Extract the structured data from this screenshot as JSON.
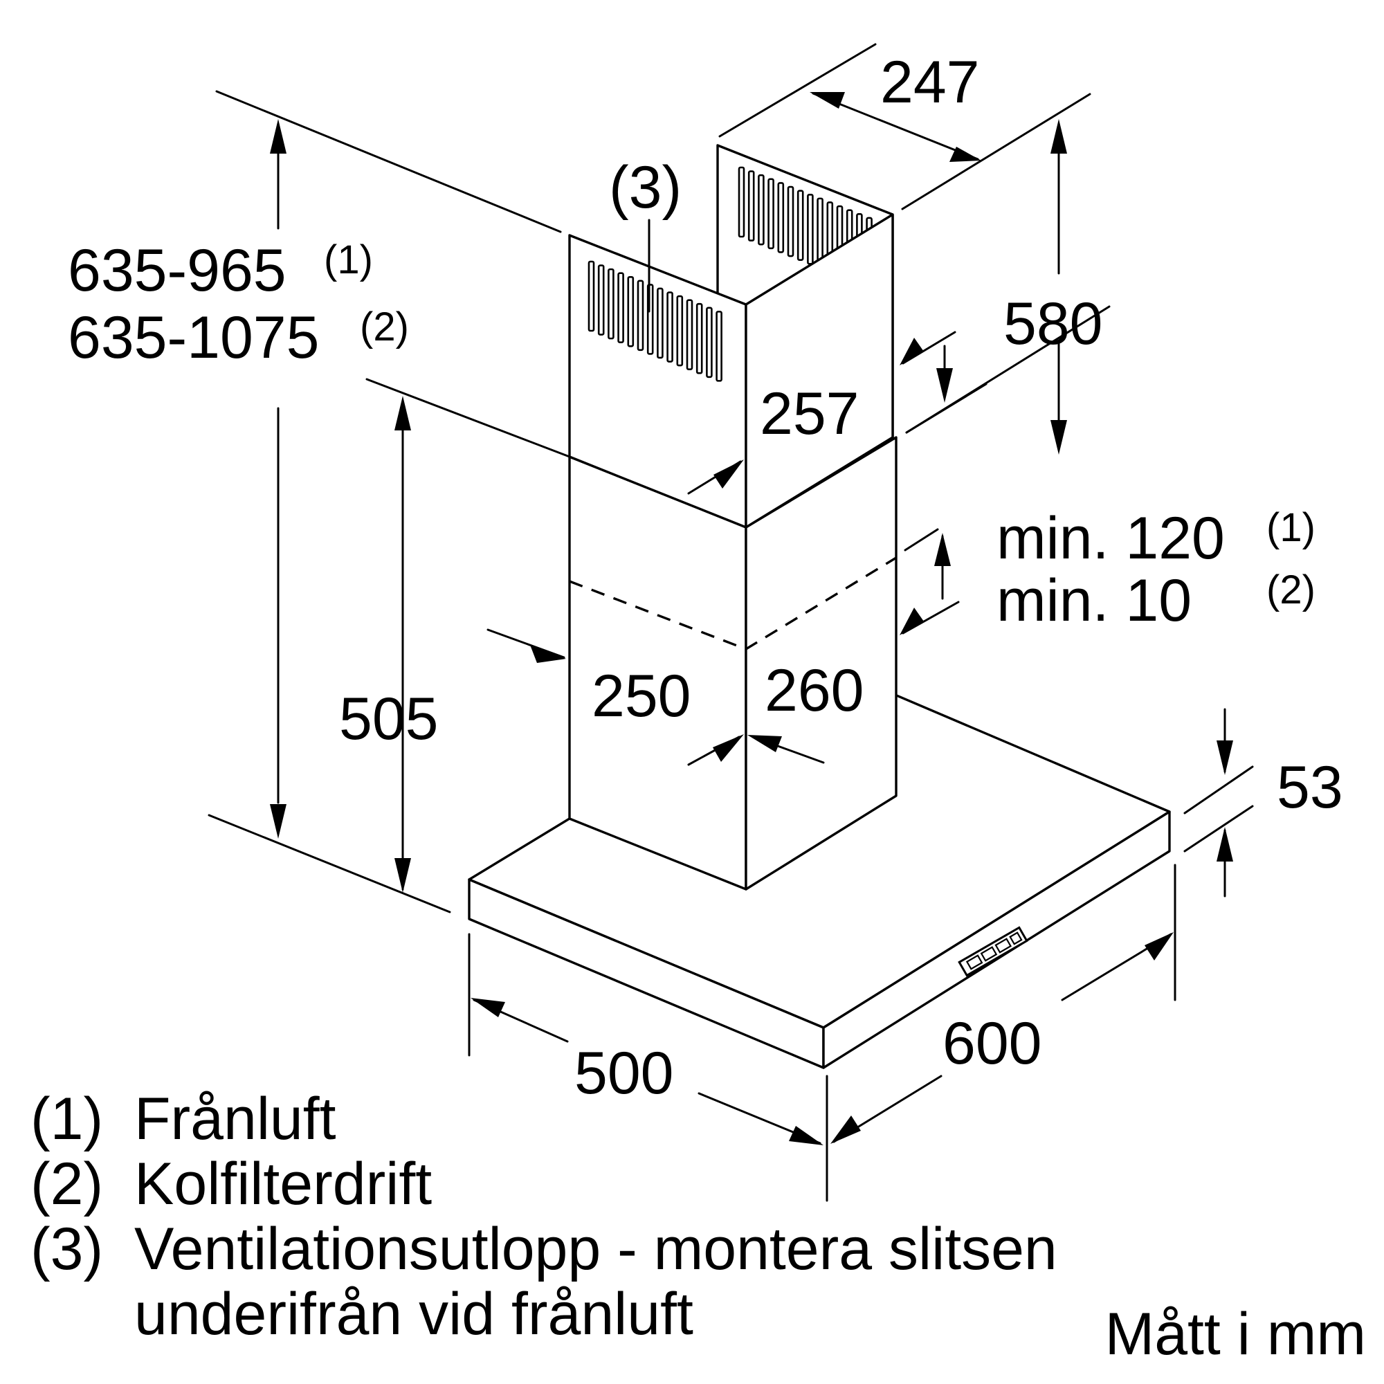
{
  "dimensions": {
    "total_height_line1": "635-965",
    "total_height_line1_note": "(1)",
    "total_height_line2": "635-1075",
    "total_height_line2_note": "(2)",
    "upper_chimney_depth": "247",
    "upper_chimney_height": "580",
    "upper_chimney_width": "257",
    "lower_chimney_height": "505",
    "lower_chimney_depth": "250",
    "lower_chimney_width": "260",
    "overlap_line1": "min. 120",
    "overlap_line1_note": "(1)",
    "overlap_line2": "min. 10",
    "overlap_line2_note": "(2)",
    "canopy_height": "53",
    "canopy_depth": "500",
    "canopy_width": "600"
  },
  "callout": {
    "marker": "(3)"
  },
  "legend": [
    {
      "num": "(1)",
      "text": "Frånluft"
    },
    {
      "num": "(2)",
      "text": "Kolfilterdrift"
    },
    {
      "num": "(3)",
      "text": "Ventilationsutlopp - montera slitsen"
    },
    {
      "num": "",
      "text": "underifrån vid frånluft"
    }
  ],
  "units": "Mått i mm"
}
